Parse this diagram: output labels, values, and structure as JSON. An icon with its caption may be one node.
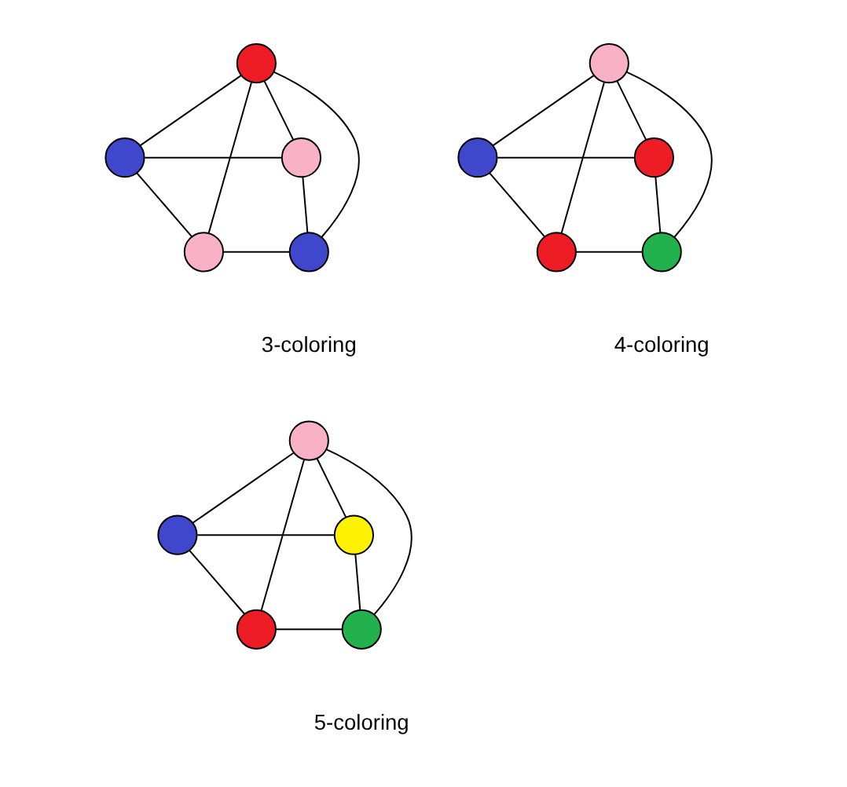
{
  "diagram": {
    "nodes": [
      {
        "text": [],
        "shape": "circle"
      },
      {
        "text": [],
        "shape": "circle"
      },
      {
        "text": [],
        "shape": "circle"
      },
      {
        "text": [],
        "shape": "circle"
      },
      {
        "text": [],
        "shape": "circle"
      },
      {
        "text": [],
        "shape": "circle"
      },
      {
        "text": [],
        "shape": "circle"
      },
      {
        "text": [],
        "shape": "circle"
      },
      {
        "text": [],
        "shape": "circle"
      },
      {
        "text": [],
        "shape": "circle"
      },
      {
        "text": [],
        "shape": "circle"
      },
      {
        "text": [],
        "shape": "circle"
      },
      {
        "text": [],
        "shape": "circle"
      },
      {
        "text": [],
        "shape": "circle"
      },
      {
        "text": [],
        "shape": "circle"
      }
    ],
    "edges": [
      {
        "from": 0,
        "to": 1,
        "arrow": "none"
      },
      {
        "from": 0,
        "to": 2,
        "arrow": "none"
      },
      {
        "from": 0,
        "to": 3,
        "arrow": "none"
      },
      {
        "from": 0,
        "to": 4,
        "arrow": "none"
      },
      {
        "from": 1,
        "to": 2,
        "arrow": "none"
      },
      {
        "from": 1,
        "to": 3,
        "arrow": "none"
      },
      {
        "from": 3,
        "to": 4,
        "arrow": "none"
      },
      {
        "from": 4,
        "to": 2,
        "arrow": "none"
      },
      {
        "from": 5,
        "to": 6,
        "arrow": "none"
      },
      {
        "from": 5,
        "to": 7,
        "arrow": "none"
      },
      {
        "from": 5,
        "to": 8,
        "arrow": "none"
      },
      {
        "from": 5,
        "to": 9,
        "arrow": "none"
      },
      {
        "from": 6,
        "to": 7,
        "arrow": "none"
      },
      {
        "from": 6,
        "to": 8,
        "arrow": "none"
      },
      {
        "from": 8,
        "to": 9,
        "arrow": "none"
      },
      {
        "from": 9,
        "to": 7,
        "arrow": "none"
      },
      {
        "from": 10,
        "to": 11,
        "arrow": "none"
      },
      {
        "from": 10,
        "to": 12,
        "arrow": "none"
      },
      {
        "from": 10,
        "to": 13,
        "arrow": "none"
      },
      {
        "from": 10,
        "to": 14,
        "arrow": "none"
      },
      {
        "from": 11,
        "to": 12,
        "arrow": "none"
      },
      {
        "from": 11,
        "to": 13,
        "arrow": "none"
      },
      {
        "from": 13,
        "to": 14,
        "arrow": "none"
      },
      {
        "from": 14,
        "to": 12,
        "arrow": "none"
      }
    ],
    "labels": [
      "3-coloring",
      "4-coloring",
      "5-coloring"
    ]
  }
}
